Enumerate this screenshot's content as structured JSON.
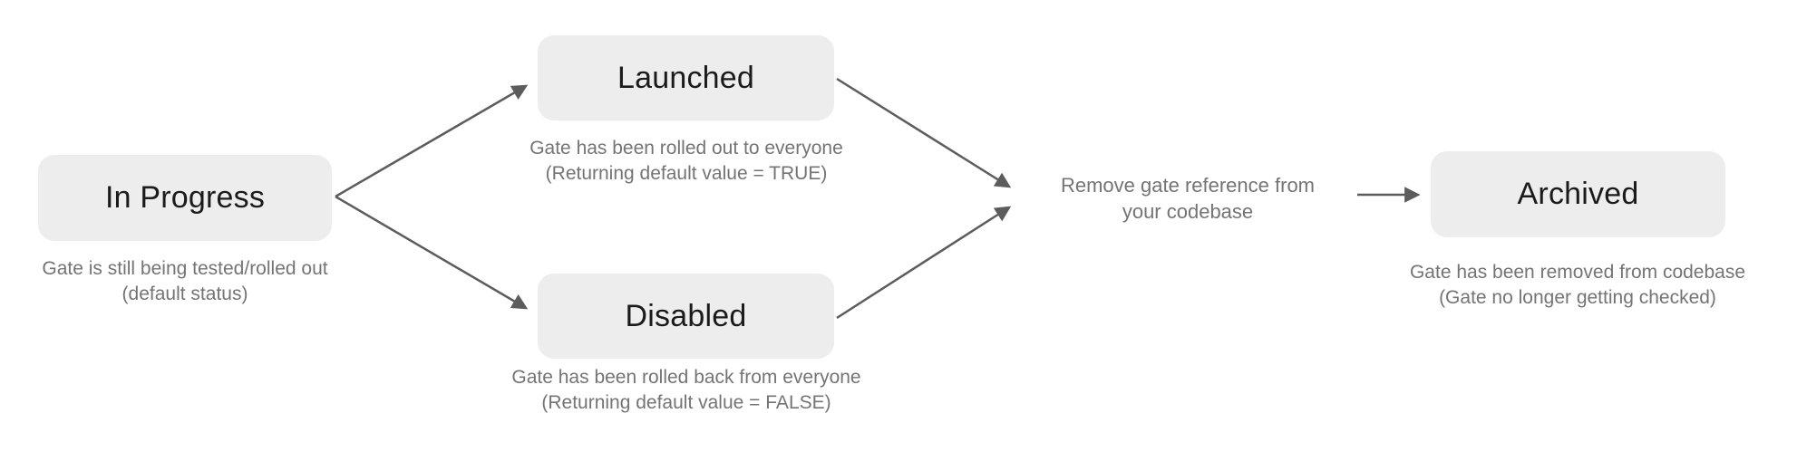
{
  "diagram": {
    "title_hint": "Feature gate status lifecycle flow",
    "colors": {
      "background": "#ffffff",
      "node_fill": "#ededed",
      "node_text": "#1b1b1b",
      "caption_text": "#747474",
      "arrow": "#5c5c5c"
    },
    "nodes": {
      "in_progress": {
        "label": "In Progress",
        "caption_line1": "Gate is still being tested/rolled out",
        "caption_line2": "(default status)"
      },
      "launched": {
        "label": "Launched",
        "caption_line1": "Gate has been rolled out to everyone",
        "caption_line2": "(Returning default value = TRUE)"
      },
      "disabled": {
        "label": "Disabled",
        "caption_line1": "Gate has been rolled back from everyone",
        "caption_line2": "(Returning default value = FALSE)"
      },
      "archived": {
        "label": "Archived",
        "caption_line1": "Gate has been removed from codebase",
        "caption_line2": "(Gate no longer getting checked)"
      }
    },
    "note": {
      "line1": "Remove gate reference from",
      "line2": "your codebase"
    },
    "edges": [
      {
        "from": "in_progress",
        "to": "launched"
      },
      {
        "from": "in_progress",
        "to": "disabled"
      },
      {
        "from": "launched",
        "to": "remove-gate-note"
      },
      {
        "from": "disabled",
        "to": "remove-gate-note"
      },
      {
        "from": "remove-gate-note",
        "to": "archived"
      }
    ]
  }
}
